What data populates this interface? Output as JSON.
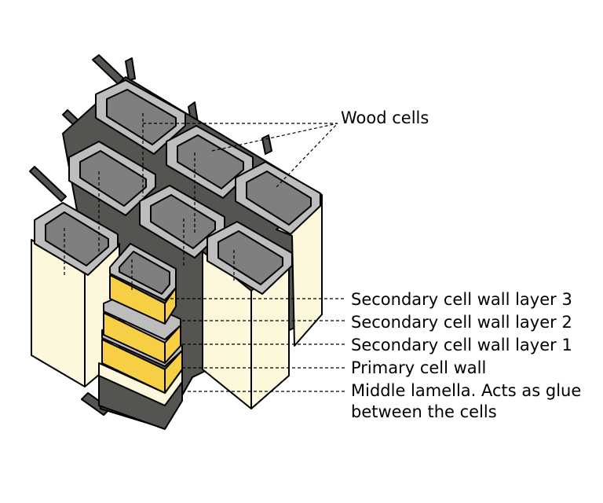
{
  "labels": {
    "wood_cells": "Wood cells",
    "secondary_layer_3": "Secondary cell wall layer 3",
    "secondary_layer_2": "Secondary cell wall layer 2",
    "secondary_layer_1": "Secondary cell wall layer 1",
    "primary_wall": "Primary cell wall",
    "middle_lamella_line1": "Middle lamella. Acts as glue",
    "middle_lamella_line2": "between the cells"
  },
  "colors": {
    "lamella_dark": "#545450",
    "cell_wall_light": "#fdf7dc",
    "cell_rim": "#bdbdbd",
    "cell_lumen": "#7f7f7f",
    "secondary_wall_yellow": "#f7cf45",
    "outline": "#000000"
  }
}
